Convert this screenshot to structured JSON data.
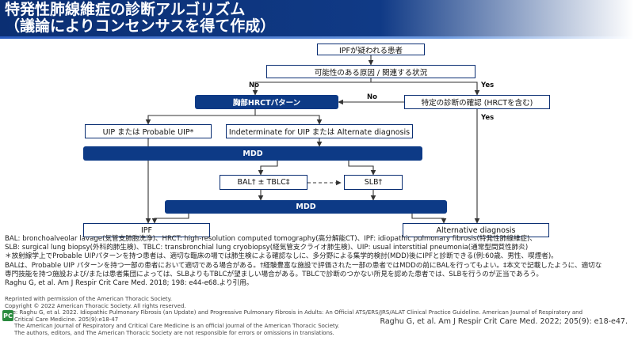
{
  "header": {
    "title_line1": "特発性肺線維症の診断アルゴリズム",
    "title_line2": "（議論によりコンセンサスを得て作成）"
  },
  "flow": {
    "ipf_suspected": "IPFが疑われる患者",
    "causes": "可能性のある原因 / 関連する状況",
    "hrct": "胸部HRCTパターン",
    "specific_dx": "特定の診断の確認 (HRCTを含む)",
    "uip": "UIP または Probable UIP*",
    "indeterminate": "Indeterminate for UIP または Alternate diagnosis",
    "mdd1": "MDD",
    "bal_tblc": "BAL† ± TBLC‡",
    "slb": "SLB†",
    "mdd2": "MDD",
    "ipf": "IPF",
    "alt_dx": "Alternative diagnosis",
    "label_no1": "No",
    "label_yes1": "Yes",
    "label_no2": "No",
    "label_yes2": "Yes"
  },
  "notes": {
    "line1": "BAL: bronchoalveolar lavage(気管支肺胞洗浄)、HRCT: high-resolution computed tomography(高分解能CT)、IPF: idiopathic pulmonary fibrosis(特発性肺線維症)、",
    "line2": "SLB: surgical lung biopsy(外科的肺生検)、TBLC: transbronchial lung cryobiopsy(経気管支クライオ肺生検)、UIP: usual interstitial pneumonia(通常型間質性肺炎)",
    "line3": "＊放射線学上でProbable UIPパターンを持つ患者は、適切な臨床の場では肺生検による確認なしに、多分野による集学的検討(MDD)後にIPFと診断できる(例:60歳、男性、喫煙者)。",
    "line4": "BALは、Probable UIP パターンを持つ一部の患者において適切である場合がある。†経験豊富な施設で評価された一部の患者ではMDDの前にBALを行ってもよい。‡本文で記載したように、適切な",
    "line5": "専門技能を持つ施設および/または患者集団によっては、SLBよりもTBLCが望ましい場合がある。TBLCで診断のつかない所見を認めた患者では、SLBを行うのが正当であろう。",
    "line6": "Raghu G, et al. Am J Respir Crit Care Med. 2018; 198: e44-e68.より引用。"
  },
  "small": {
    "line1": "Reprinted with permission of the American Thoracic Society.",
    "line2": "Copyright © 2022 American Thoracic Society. All rights reserved.",
    "line3": "Cite: Raghu G, et al. 2022. Idiopathic Pulmonary Fibrosis (an Update) and Progressive Pulmonary Fibrosis in Adults: An Official ATS/ERS/JRS/ALAT Clinical Practice Guideline. American Journal of Respiratory and",
    "line4": "Critical Care Medicine. 205(9):e18-47",
    "line5": "The American Journal of Respiratory and Critical Care Medicine is an official journal of the American Thoracic Society.",
    "line6": "The authors, editors, and The American Thoracic Society are not responsible for errors or omissions in translations."
  },
  "logo": "PC",
  "citation": "Raghu G, et al. Am J Respir Crit Care Med. 2022; 205(9): e18-e47.",
  "colors": {
    "navy": "#0d3a86",
    "border": "#0b2f73"
  }
}
